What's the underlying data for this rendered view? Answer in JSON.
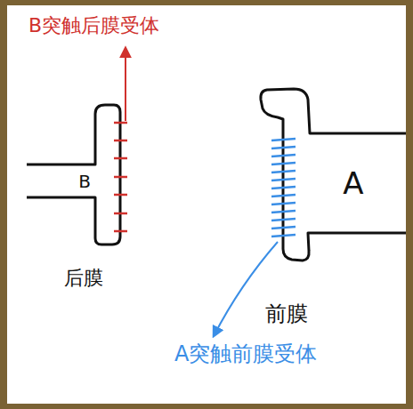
{
  "diagram": {
    "nodes": [
      {
        "text": [
          "B"
        ]
      },
      {
        "text": [
          "A"
        ]
      }
    ],
    "labels": [
      "B突触后膜受体",
      "后膜",
      "前膜",
      "A突触前膜受体"
    ]
  }
}
